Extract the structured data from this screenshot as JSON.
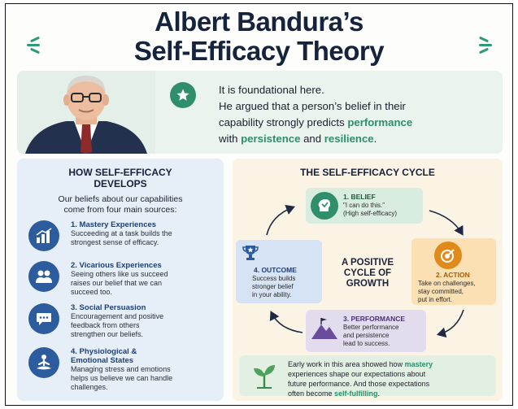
{
  "title": {
    "line1": "Albert Bandura’s",
    "line2": "Self-Efficacy Theory"
  },
  "intro": {
    "line1": "It is foundational here.",
    "line2a": "He argued that a person’s belief in their",
    "line2b": "capability strongly predicts ",
    "performance": "performance",
    "line3a": "with ",
    "persistence": "persistence",
    "line3b": " and ",
    "resilience": "resilience",
    "line3c": "."
  },
  "develops": {
    "heading_l1": "HOW SELF-EFFICACY",
    "heading_l2": "DEVELOPS",
    "lead_l1": "Our beliefs about our capabilities",
    "lead_l2": "come from four main sources:",
    "sources": [
      {
        "name": "1. Mastery Experiences",
        "desc": [
          "Succeeding at a task builds the",
          "strongest sense of efficacy."
        ],
        "icon": "bar-chart-icon"
      },
      {
        "name": "2. Vicarious Experiences",
        "desc": [
          "Seeing others like us succeed",
          "raises our belief that we can",
          "succeed too."
        ],
        "icon": "people-icon"
      },
      {
        "name": "3. Social Persuasion",
        "desc": [
          "Encouragement and positive",
          "feedback from others",
          "strengthen our beliefs."
        ],
        "icon": "speech-bubble-icon"
      },
      {
        "name_l1": "4. Physiological &",
        "name_l2": "Emotional States",
        "desc": [
          "Managing stress and emotions",
          "helps us believe we can handle",
          "challenges."
        ],
        "icon": "meditation-icon"
      }
    ]
  },
  "cycle": {
    "heading": "THE SELF-EFFICACY CYCLE",
    "center_l1": "A POSITIVE",
    "center_l2": "CYCLE OF",
    "center_l3": "GROWTH",
    "belief": {
      "title": "1. BELIEF",
      "d1": "\"I can do this.\"",
      "d2": "(High self-efficacy)"
    },
    "action": {
      "title": "2. ACTION",
      "d1": "Take on challenges,",
      "d2": "stay committed,",
      "d3": "put in effort."
    },
    "performance": {
      "title": "3. PERFORMANCE",
      "d1": "Better performance",
      "d2": "and persistence",
      "d3": "lead to success."
    },
    "outcome": {
      "title": "4. OUTCOME",
      "d1": "Success builds",
      "d2": "stronger belief",
      "d3": "in your ability."
    },
    "colors": {
      "belief": "#2e8f6a",
      "action": "#e08a1c",
      "performance": "#6a4c9c",
      "outcome": "#2c5c9e"
    }
  },
  "footer": {
    "a": "Early work in this area showed how ",
    "mastery": "mastery",
    "b": "experiences shape our expectations about",
    "c": "future performance. And those expectations",
    "d": "often become ",
    "self_fulfilling": "self-fulfilling",
    "e": "."
  }
}
